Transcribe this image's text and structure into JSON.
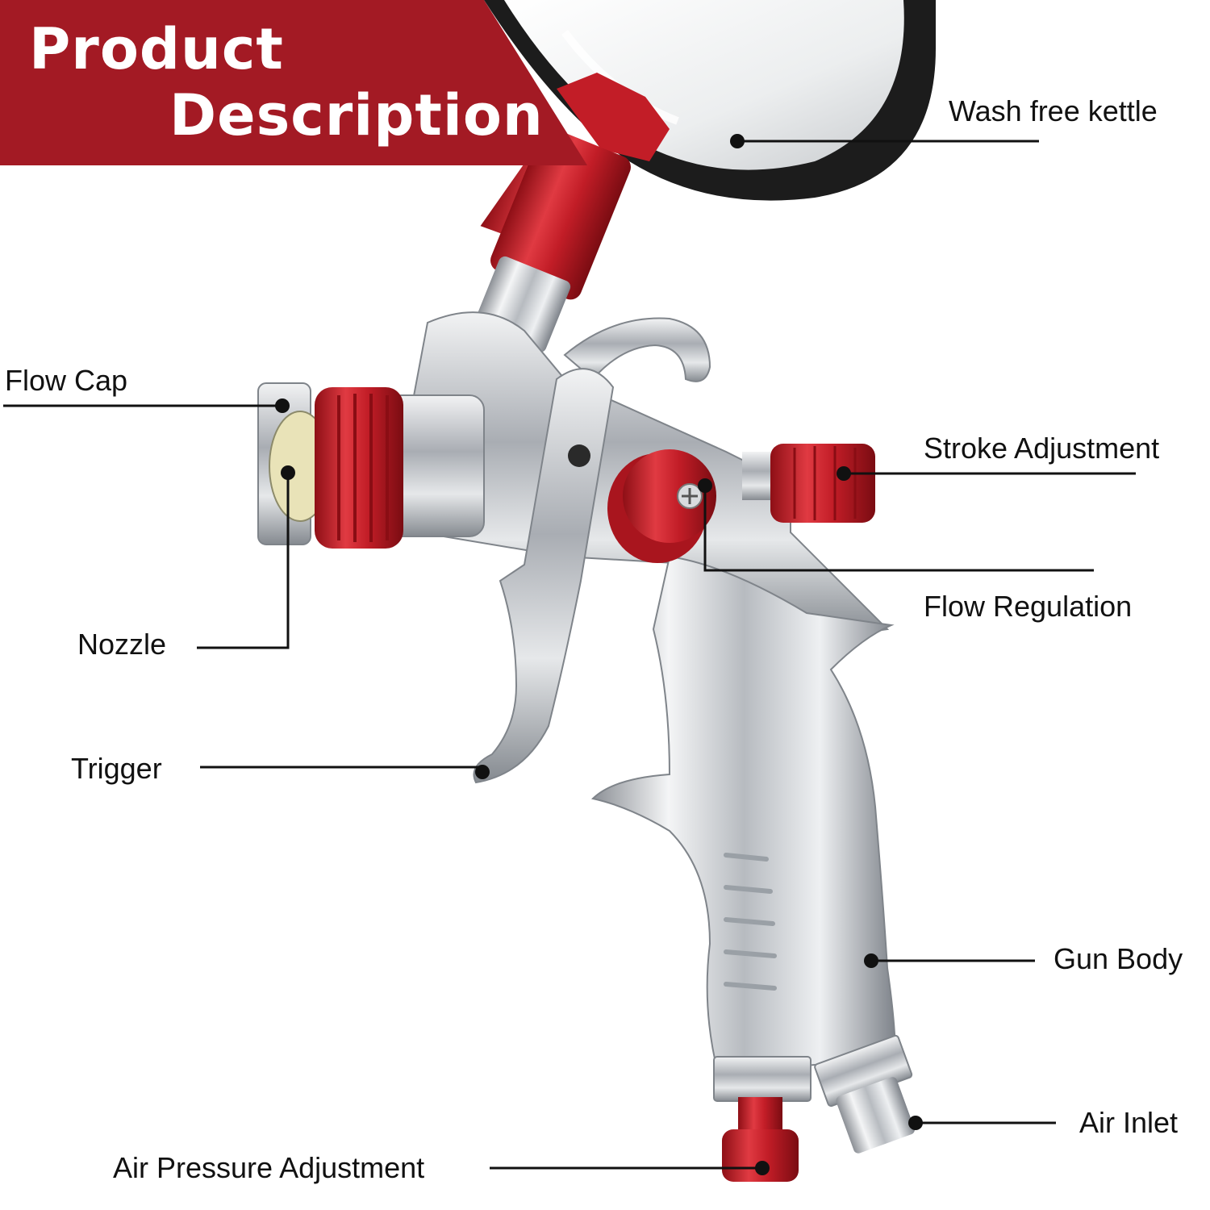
{
  "header": {
    "line1": "Product",
    "line2": "Description"
  },
  "colors": {
    "banner_red": "#a31a24",
    "cup_red": "#d0232c",
    "chrome": "#c9ccd0",
    "leader": "#111111"
  },
  "parts": [
    {
      "id": "wash-free-kettle",
      "label": "Wash free kettle"
    },
    {
      "id": "flow-cap",
      "label": "Flow Cap"
    },
    {
      "id": "stroke-adjustment",
      "label": "Stroke Adjustment"
    },
    {
      "id": "flow-regulation",
      "label": "Flow Regulation"
    },
    {
      "id": "nozzle",
      "label": "Nozzle"
    },
    {
      "id": "trigger",
      "label": "Trigger"
    },
    {
      "id": "gun-body",
      "label": "Gun Body"
    },
    {
      "id": "air-inlet",
      "label": "Air Inlet"
    },
    {
      "id": "air-pressure-adjustment",
      "label": "Air Pressure Adjustment"
    }
  ]
}
